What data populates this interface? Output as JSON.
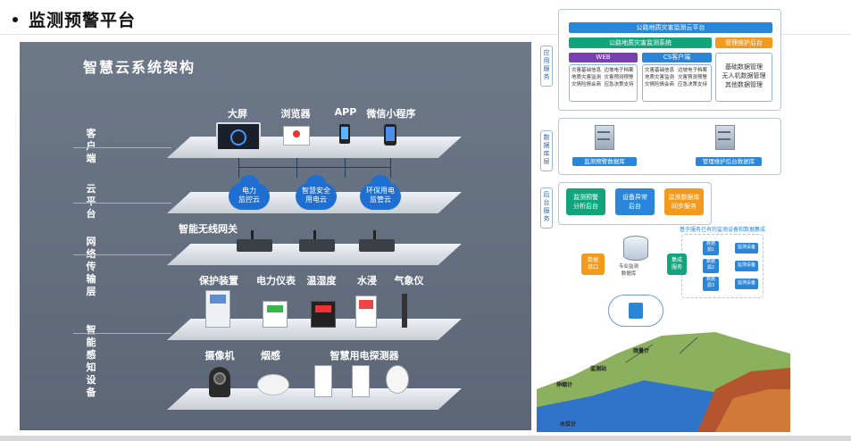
{
  "header": {
    "title": "监测预警平台"
  },
  "architecture": {
    "title": "智慧云系统架构",
    "layers": [
      {
        "name": "客户端",
        "items": [
          "大屏",
          "浏览器",
          "APP",
          "微信小程序"
        ]
      },
      {
        "name": "云平台",
        "items": [
          "电力\n监控云",
          "智慧安全\n用电云",
          "环保用电\n监管云"
        ]
      },
      {
        "name": "网络传输层",
        "items": [
          "智能无线网关"
        ]
      },
      {
        "name": "智能感知设备",
        "items": [
          "保护装置",
          "电力仪表",
          "温湿度",
          "水浸",
          "气象仪",
          "摄像机",
          "烟感",
          "智慧用电探测器"
        ]
      }
    ]
  },
  "platform": {
    "app_section": {
      "side_label": "应用服务",
      "cloud_platform": "公路地质灾害监测云平台",
      "monitor_system": "公路地质灾害监测系统",
      "maint_backend": "管理维护后台",
      "web": "WEB",
      "cs_client": "CS客户端",
      "web_items": [
        "灾害基础信息",
        "边坡电子档案",
        "地质灾害监测",
        "灾害预测预警",
        "灾情险情会商",
        "应急决策支持"
      ],
      "cs_items": [
        "灾害基础信息",
        "边坡电子档案",
        "地质灾害监测",
        "灾害预测预警",
        "灾情险情会商",
        "应急决策支持"
      ],
      "maint_items": [
        "基础数据管理",
        "无人机数据管理",
        "其他数据管理"
      ]
    },
    "db_section": {
      "side_label": "数据库层",
      "db1": "监测预警数据库",
      "db2": "管理维护后台数据库"
    },
    "backend_section": {
      "side_label": "后台服务",
      "svc1": "监测预警\n分析后台",
      "svc2": "设备异常\n后台",
      "svc3": "监测数据库\n同步服务"
    },
    "integration": {
      "note": "基于服务已有的监测设备和数据集成",
      "data_interface": "数据\n接口",
      "central_db": "专业监测\n数据库",
      "integrate_service": "集成\n服务",
      "data_sources": [
        "数据\n源1",
        "数据\n源2",
        "数据\n源3"
      ],
      "devices": [
        "监测设备",
        "监测设备",
        "监测设备"
      ]
    },
    "terrain_labels": [
      "雨量计",
      "监测站",
      "伸缩计",
      "水位计"
    ]
  },
  "colors": {
    "blue": "#2a86d9",
    "green": "#12a57b",
    "orange": "#f39a1c",
    "purple": "#7a3fb0"
  }
}
